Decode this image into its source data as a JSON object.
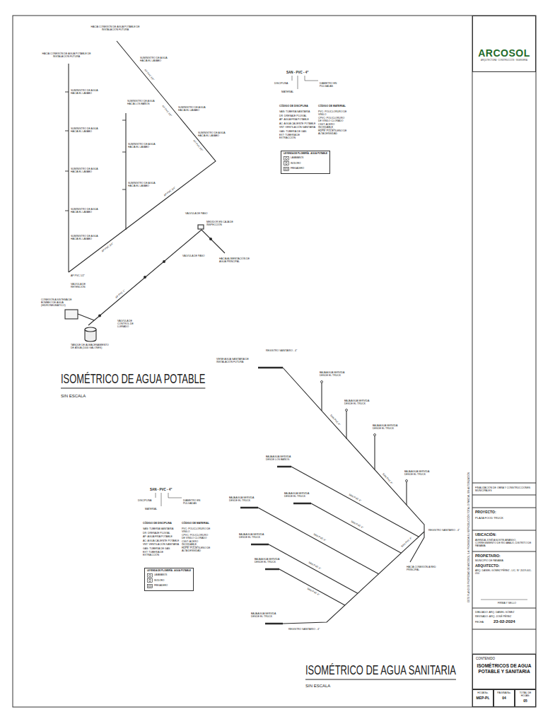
{
  "diagram": {
    "title": "ISOMÉTRICO DE AGUA POTABLE",
    "nodes": [
      {
        "text": [
          "ARCOSOL",
          "ARQUITECTURA · CONSTRUCCIÓN · INGENIERÍA"
        ]
      },
      {
        "text": [
          "LEYENDA DE PLOMERÍA - AGUA POTABLE"
        ]
      },
      {
        "text": [
          "LEYENDA DE PLOMERÍA - AGUA POTABLE"
        ]
      },
      {
        "text": [
          "CONTENIDO",
          "ISOMÉTRICOS DE AGUA POTABLE Y SANITARIA"
        ]
      },
      {
        "text": [
          "HOJA No.",
          "MEP-PL"
        ]
      },
      {
        "text": [
          "PÁGINA No.",
          "04"
        ]
      },
      {
        "text": [
          "TOTAL DE HOJAS:",
          "05"
        ]
      }
    ],
    "labels": [
      "HACIA CONEXIÓN DE AGUA POTABLE DE INSTALACIÓN FUTURA",
      "HACIA CONEXIÓN DE AGUA POTABLE DE INSTALACIÓN FUTURA",
      "SUMINISTRO DE AGUA HACIA EL LAVABO",
      "SUMINISTRO DE AGUA HACIA EL LAVABO",
      "SUMINISTRO DE AGUA HACIA LOS BAÑOS",
      "SUMINISTRO DE AGUA HACIA EL LAVABO",
      "SUMINISTRO DE AGUA HACIA EL LAVABO",
      "SUMINISTRO DE AGUA HACIA EL LAVABO",
      "SUMINISTRO DE AGUA HACIA EL LAVABO",
      "SUMINISTRO DE AGUA HACIA EL LAVABO",
      "SUMINISTRO DE AGUA HACIA EL LAVABO",
      "SUMINISTRO DE AGUA HACIA EL LAVABO",
      "SUMINISTRO DE AGUA HACIA EL LAVABO",
      "AP PVC 1/2\"",
      "VÁLVULA DE PASO",
      "MEDIDOR EN CAJA DE INSPECCIÓN",
      "VÁLVULA DE PASO",
      "HACIA ALIMENTACIÓN DE AGUA PRINCIPAL",
      "VÁLVULA DE RETENCIÓN",
      "CONEXIÓN A SISTEMA DE BOMBEO DE AGUA (HIDRONEUMÁTICO)",
      "VÁLVULA DE CONTROL DE LLENADO",
      "TANQUE DE ALMACENAMIENTO DE AGUA (1000 GALONES)",
      "AP PVC 1/2\"",
      "AP PVC 1/2\"",
      "AP PVC 1/2\"",
      "AP PVC 3/4\"",
      "AP PVC 3/4\"",
      "AP PVC 1\"",
      "SAN - PVC - 4\"",
      "DISCIPLINA",
      "DIÁMETRO EN PULGADAS",
      "MATERIAL",
      "CÓDIGO DE DISCIPLINA",
      "CÓDIGO DE MATERIAL",
      "SAN: TUBERÍA SANITARIA",
      "DR: DRENAJE PLUVIAL",
      "AP: AGUA FRÍA POTABLE",
      "AC: AGUA CALIENTE POTABLE",
      "VNT: VENTILACIÓN SANITARIA",
      "GAS: TUBERÍA DE GAS",
      "EXT: TUBERÍA DE EXTRACCIÓN",
      "PVC: POLICLORURO DE VINILO",
      "CPVC: POLICLORURO DE VINILO CLORADO",
      "CSST: ACERO INOXIDABLE CORRUGADO",
      "HDPE: POLIETILENO DE ALTA DENSIDAD",
      "SAN - PVC - 4\"",
      "DISCIPLINA",
      "DIÁMETRO EN PULGADAS",
      "MATERIAL",
      "CÓDIGO DE DISCIPLINA",
      "CÓDIGO DE MATERIAL",
      "SAN: TUBERÍA SANITARIA",
      "DR: DRENAJE PLUVIAL",
      "AP: AGUA FRÍA POTABLE",
      "AC: AGUA CALIENTE POTABLE",
      "VNT: VENTILACIÓN SANITARIA",
      "GAS: TUBERÍA DE GAS",
      "EXT: TUBERÍA DE EXTRACCIÓN",
      "PVC: POLICLORURO DE VINILO",
      "CPVC: POLICLORURO DE VINILO CLORADO",
      "CSST: ACERO INOXIDABLE CORRUGADO",
      "HDPE: POLIETILENO DE ALTA DENSIDAD",
      "ISOMÉTRICO DE AGUA SANITARIA",
      "SIN ESCALA",
      "SIN ESCALA",
      "VIENE AGUA SANITARIA DE INSTALACIÓN FUTURA",
      "REGISTRO SANITARIO - 4\"",
      "BAJA AGUA SERVIDA DESDE EL TRUCK",
      "BAJA AGUA SERVIDA DESDE EL TRUCK",
      "BAJA AGUA SERVIDA DESDE EL TRUCK",
      "BAJA AGUA SERVIDA DESDE EL TRUCK",
      "BAJA AGUA SERVIDA DESDE LOS BAÑOS",
      "BAJA AGUA SERVIDA DESDE EL TRUCK",
      "BAJA AGUA SERVIDA DESDE EL TRUCK",
      "BAJA AGUA SERVIDA DESDE EL TRUCK",
      "BAJA AGUA SERVIDA DESDE EL TRUCK",
      "BAJA AGUA SERVIDA DESDE EL TRUCK",
      "REGISTRO SANITARIO - 4\"",
      "REGISTRO SANITARIO - 4\"",
      "HACIA CONEXIÓN A RED PRINCIPAL",
      "SAN PVC 4\"",
      "SAN PVC 4\"",
      "SAN PVC 4\"",
      "SAN PVC 4\"",
      "SAN PVC 4\"",
      "SAN PVC 4\"",
      "SAN PVC 4\"",
      "SAN PVC 4\"",
      "FINALIZACIÓN DE OBRA Y CONSTRUCCIONES MUNICIPALES",
      "PROYECTO:",
      "PLAZA FOOD TRUCK",
      "UBICACIÓN:",
      "AVENIDA JOSÉ AGUSTÍN ARANGO, CORREGIMIENTO DE RÍO ABAJO, DISTRITO DE PANAMÁ",
      "PROPIETARIO:",
      "MUNICIPIO DE PANAMÁ",
      "ARQUITECTO:",
      "ARQ. DANIEL GÓMEZ PÉREZ - LIC. N° 2019-001-050",
      "FIRMA Y SELLO",
      "DIBUJADO: ARQ. DANIEL GÓMEZ",
      "REVISADO: ARQ. JOSÉ PÉREZ",
      "FECHA:",
      "23-02-2024",
      "ESTE PLANO ES PROPIEDAD DE ARCOSOL, S.A. PROHIBIDA SU REPRODUCCIÓN TOTAL O PARCIAL SIN AUTORIZACIÓN"
    ],
    "legend": [
      {
        "text": "LAVAMANOS"
      },
      {
        "text": "INODORO"
      },
      {
        "text": "FREGADERO"
      },
      {
        "text": "LAVAMANOS"
      },
      {
        "text": "INODORO"
      },
      {
        "text": "FREGADERO"
      }
    ]
  }
}
